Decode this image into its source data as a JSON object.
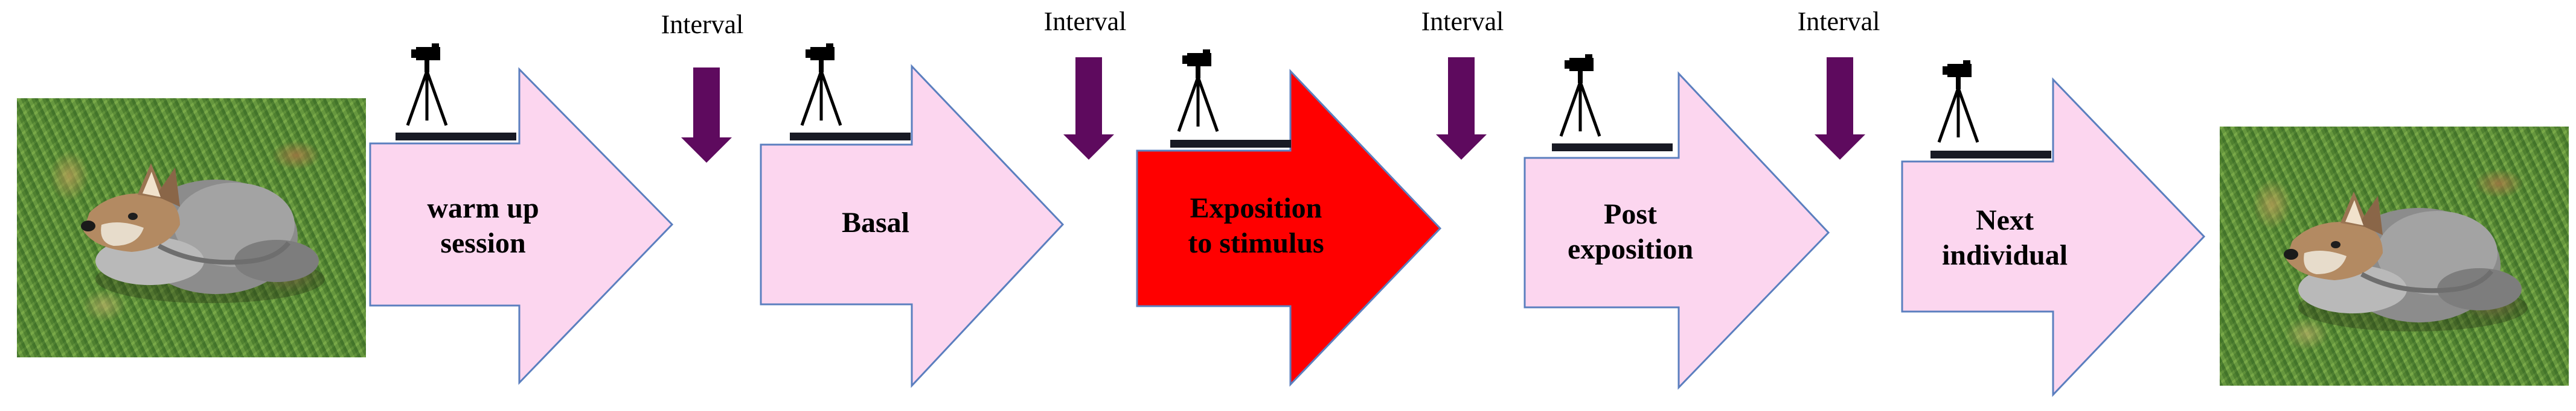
{
  "steps": [
    {
      "label": "warm  up session",
      "line1": "warm  up",
      "line2": "session",
      "fill": "#fcd6ef"
    },
    {
      "label": "Basal",
      "line1": "Basal",
      "line2": "",
      "fill": "#fcd6ef"
    },
    {
      "label": "Exposition to stimulus",
      "line1": "Exposition",
      "line2": "to stimulus",
      "fill": "#ff0000"
    },
    {
      "label": "Post exposition",
      "line1": "Post",
      "line2": "exposition",
      "fill": "#fcd6ef"
    },
    {
      "label": "Next individual",
      "line1": "Next",
      "line2": "individual",
      "fill": "#fcd6ef"
    }
  ],
  "intervals": [
    "Interval",
    "Interval",
    "Interval",
    "Interval"
  ],
  "colors": {
    "step_default": "#fcd6ef",
    "step_highlight": "#ff0000",
    "step_border": "#5b7fbf",
    "interval_arrow": "#5e0a5e",
    "camera": "#000000"
  },
  "icons": {
    "camera": "camera-tripod-icon",
    "interval": "down-arrow-icon",
    "photo": "fox-photo"
  }
}
